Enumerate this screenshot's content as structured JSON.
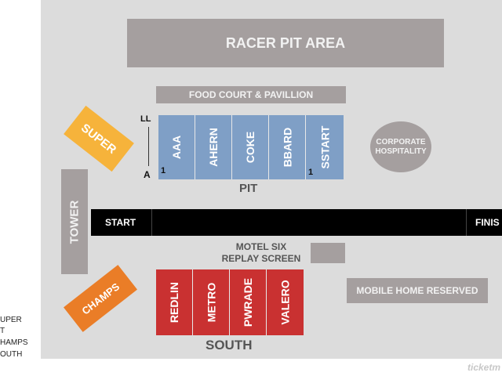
{
  "areas": {
    "racer_pit": "RACER PIT AREA",
    "food_court": "FOOD COURT & PAVILLION",
    "corporate": "CORPORATE HOSPITALITY",
    "tower": "TOWER",
    "motel_six_line1": "MOTEL SIX",
    "motel_six_line2": "REPLAY SCREEN",
    "mobile_home": "MOBILE HOME RESERVED",
    "super": "SUPER",
    "champs": "CHAMPS"
  },
  "pit": {
    "label": "PIT",
    "row_top": "LL",
    "row_bottom": "A",
    "seat_left": "1",
    "seat_right": "1",
    "sections": [
      "AAA",
      "AHERN",
      "COKE",
      "BBARD",
      "SSTART"
    ]
  },
  "south": {
    "label": "SOUTH",
    "sections": [
      "REDLIN",
      "METRO",
      "PWRADE",
      "VALERO"
    ]
  },
  "track": {
    "start": "START",
    "finish": "FINIS"
  },
  "legend": [
    "UPER",
    "T",
    "HAMPS",
    "OUTH"
  ],
  "watermark": "ticketm",
  "colors": {
    "background": "#dcdcdc",
    "area_block": "#a59f9f",
    "pit_sections": "#7f9fc6",
    "south_sections": "#c93131",
    "super": "#f6b33b",
    "champs": "#ea7d27",
    "track": "#000000"
  }
}
